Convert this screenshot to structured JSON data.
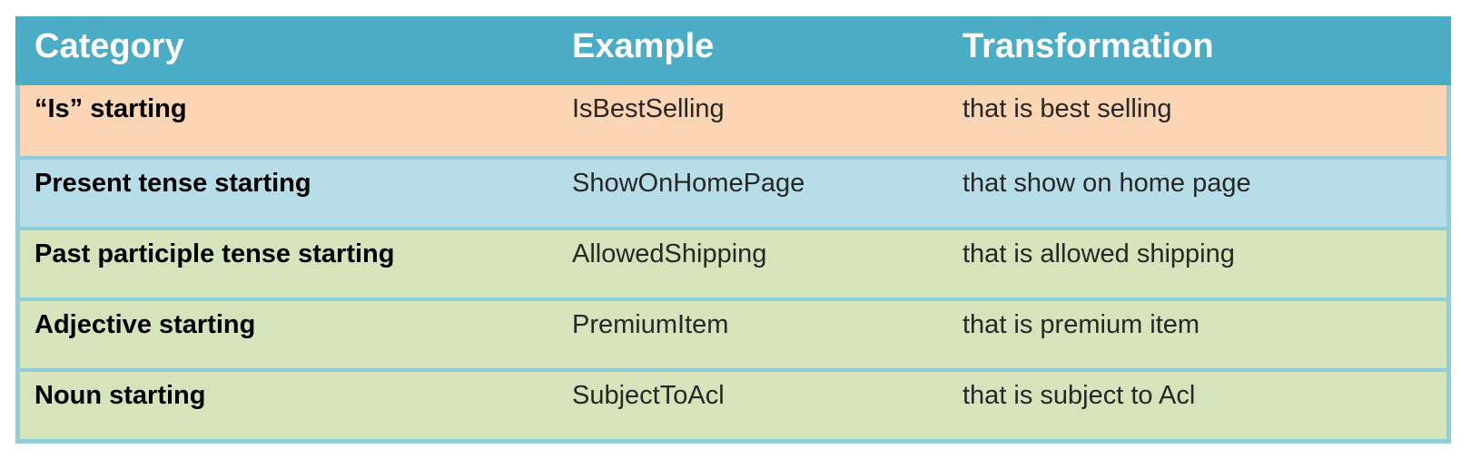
{
  "table": {
    "headers": {
      "category": "Category",
      "example": "Example",
      "transformation": "Transformation"
    },
    "rows": [
      {
        "category": "“Is” starting",
        "example": "IsBestSelling",
        "transformation": "that is best selling"
      },
      {
        "category": "Present tense starting",
        "example": "ShowOnHomePage",
        "transformation": "that show on home page"
      },
      {
        "category": "Past participle tense starting",
        "example": "AllowedShipping",
        "transformation": "that is allowed shipping"
      },
      {
        "category": "Adjective starting",
        "example": "PremiumItem",
        "transformation": "that is premium item"
      },
      {
        "category": "Noun starting",
        "example": "SubjectToAcl",
        "transformation": "that is subject to Acl"
      }
    ],
    "colors": {
      "header_background": "#4BACC6",
      "header_text": "#FFFFFF",
      "border": "#92CDDC",
      "row_is_starting": "#FCD5B4",
      "row_present_tense": "#B6DDE8",
      "row_green": "#D6E4BC",
      "category_text": "#000000",
      "cell_text": "#272727"
    }
  }
}
